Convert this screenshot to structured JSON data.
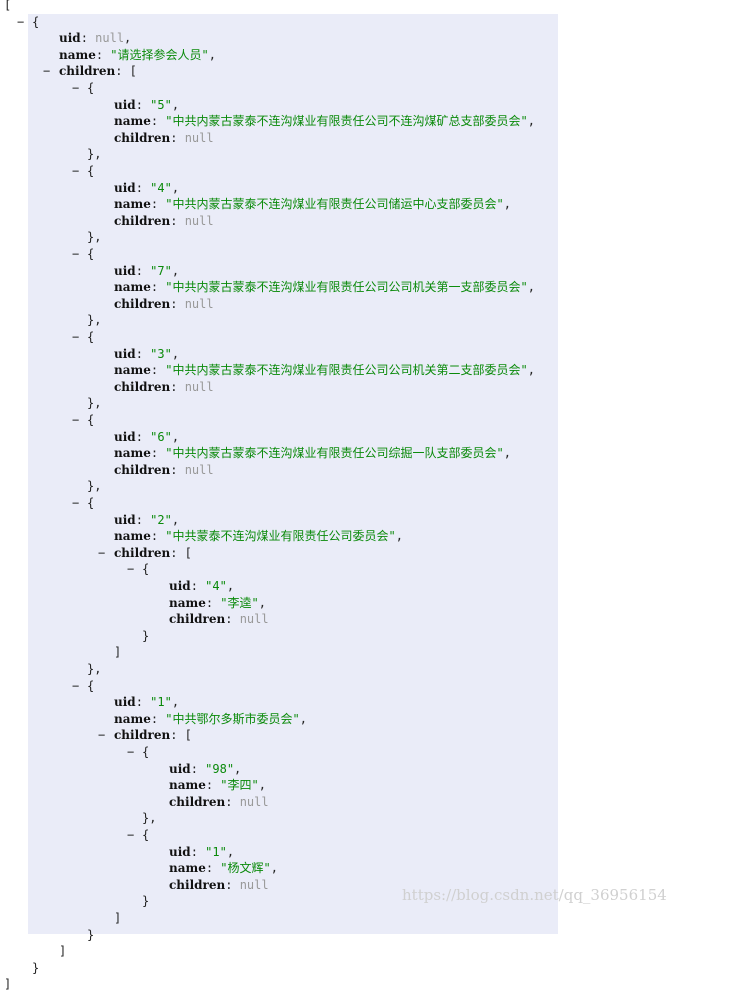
{
  "tree": [
    {
      "uid": null,
      "name": "请选择参会人员",
      "children": [
        {
          "uid": "5",
          "name": "中共内蒙古蒙泰不连沟煤业有限责任公司不连沟煤矿总支部委员会",
          "children": null
        },
        {
          "uid": "4",
          "name": "中共内蒙古蒙泰不连沟煤业有限责任公司储运中心支部委员会",
          "children": null
        },
        {
          "uid": "7",
          "name": "中共内蒙古蒙泰不连沟煤业有限责任公司公司机关第一支部委员会",
          "children": null
        },
        {
          "uid": "3",
          "name": "中共内蒙古蒙泰不连沟煤业有限责任公司公司机关第二支部委员会",
          "children": null
        },
        {
          "uid": "6",
          "name": "中共内蒙古蒙泰不连沟煤业有限责任公司综掘一队支部委员会",
          "children": null
        },
        {
          "uid": "2",
          "name": "中共蒙泰不连沟煤业有限责任公司委员会",
          "children": [
            {
              "uid": "4",
              "name": "李逵",
              "children": null
            }
          ]
        },
        {
          "uid": "1",
          "name": "中共鄂尔多斯市委员会",
          "children": [
            {
              "uid": "98",
              "name": "李四",
              "children": null
            },
            {
              "uid": "1",
              "name": "杨文辉",
              "children": null
            }
          ]
        }
      ]
    }
  ],
  "watermark": "https://blog.csdn.net/qq_36956154",
  "colors": {
    "panel": "#eaecf8",
    "string": "#0a8a0a",
    "null": "#999999"
  }
}
